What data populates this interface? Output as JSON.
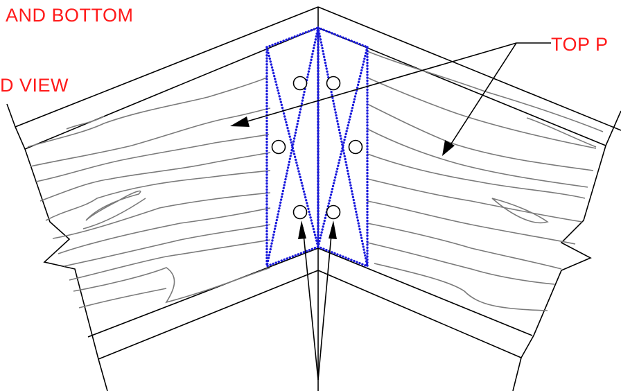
{
  "labels": {
    "top_left": "AND BOTTOM",
    "mid_left": "D VIEW",
    "top_right": "TOP P"
  },
  "colors": {
    "label": "#ff1a1a",
    "plate": "#1a1adc",
    "grain": "#7a7a7a",
    "outline": "#000000"
  }
}
